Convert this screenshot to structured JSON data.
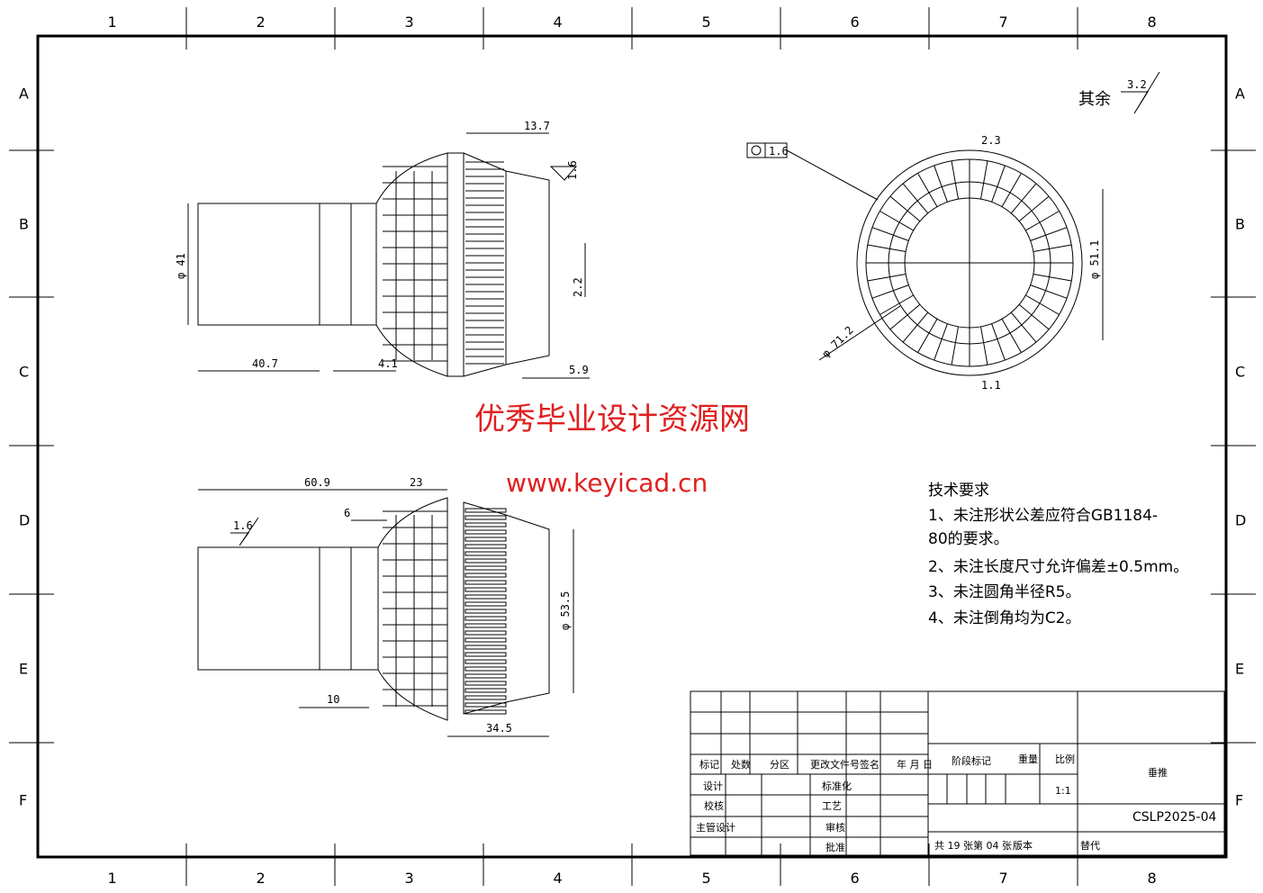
{
  "frame": {
    "columns": [
      "1",
      "2",
      "3",
      "4",
      "5",
      "6",
      "7",
      "8"
    ],
    "rows": [
      "A",
      "B",
      "C",
      "D",
      "E",
      "F"
    ]
  },
  "roughness": {
    "label": "其余",
    "value": "3.2"
  },
  "front_view_dims": {
    "diameter": "φ 41",
    "len1": "40.7",
    "len2": "4.1",
    "top": "13.7",
    "rough": "1.6",
    "gap": "2.2",
    "right": "5.9"
  },
  "circle_view_dims": {
    "roundness_tol": "1.6",
    "rib_top": "2.3",
    "inner_dia": "φ 51.1",
    "outer_dia": "φ 71.2",
    "rib_bottom": "1.1"
  },
  "bottom_view_dims": {
    "len1": "60.9",
    "len2": "23",
    "step": "6",
    "rough": "1.6",
    "diameter": "φ 53.5",
    "len3": "10",
    "len4": "34.5"
  },
  "watermark": {
    "title": "优秀毕业设计资源网",
    "url": "www.keyicad.cn"
  },
  "tech_requirements": {
    "title": "技术要求",
    "items": [
      "1、未注形状公差应符合GB1184-",
      "80的要求。",
      "2、未注长度尺寸允许偏差±0.5mm。",
      "3、未注圆角半径R5。",
      "4、未注倒角均为C2。"
    ]
  },
  "title_block": {
    "header": [
      "标记",
      "处数",
      "分区",
      "更改文件号",
      "签名",
      "年 月 日"
    ],
    "roles_left": [
      "设计",
      "校核",
      "主管设计"
    ],
    "roles_mid": [
      "标准化",
      "工艺",
      "审核",
      "批准"
    ],
    "stage_mark": "阶段标记",
    "weight": "重量",
    "scale_label": "比例",
    "scale": "1:1",
    "part_name": "垂推",
    "drawing_no": "CSLP2025-04",
    "sheets": "共 19 张第 04 张",
    "version": "版本",
    "replaces": "替代"
  }
}
